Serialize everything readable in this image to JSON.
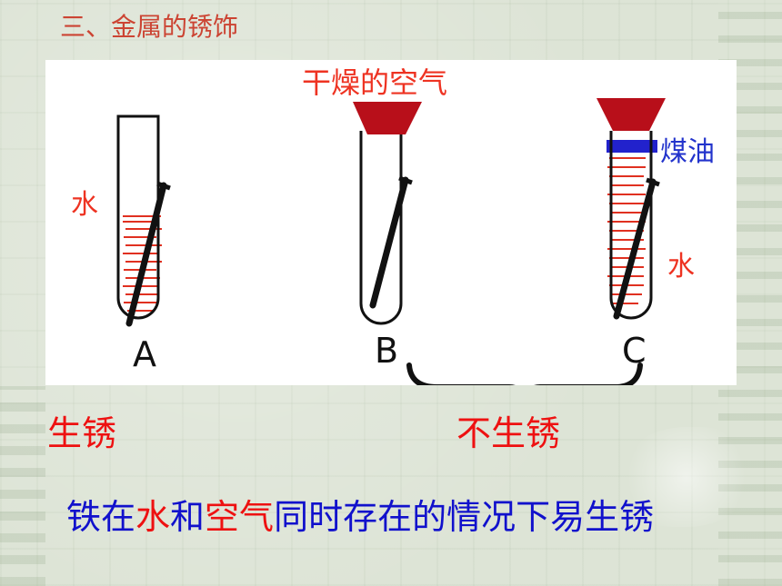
{
  "title": "三、金属的锈饰",
  "diagram": {
    "label_dry_air": "干燥的空气",
    "label_kerosene": "煤油",
    "label_water_a": "水",
    "label_water_c": "水",
    "tube_a": "A",
    "tube_b": "B",
    "tube_c": "C"
  },
  "result_rust": "生锈",
  "result_no_rust": "不生锈",
  "conclusion": {
    "part1": "铁在",
    "part2": "水",
    "part3": "和",
    "part4": "空气",
    "part5": "同时存在的情况下易生锈"
  },
  "colors": {
    "background": "#dde4d6",
    "red": "#ee1111",
    "blue": "#1111cc",
    "stopper": "#b80f1a",
    "kerosene": "#2222cc"
  }
}
